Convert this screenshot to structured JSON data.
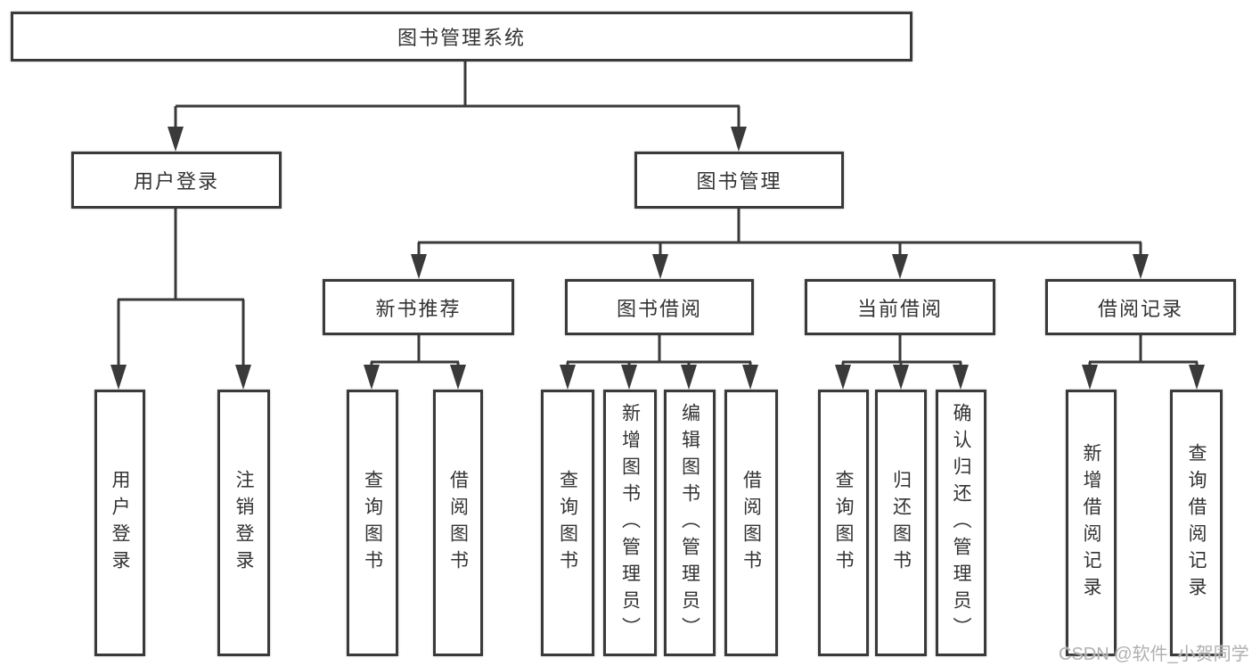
{
  "tree": {
    "label": "图书管理系统",
    "children": [
      {
        "label": "用户登录",
        "children": [
          {
            "label": "用户登录"
          },
          {
            "label": "注销登录"
          }
        ]
      },
      {
        "label": "图书管理",
        "children": [
          {
            "label": "新书推荐",
            "children": [
              {
                "label": "查询图书"
              },
              {
                "label": "借阅图书"
              }
            ]
          },
          {
            "label": "图书借阅",
            "children": [
              {
                "label": "查询图书"
              },
              {
                "label": "新增图书（管理员）"
              },
              {
                "label": "编辑图书（管理员）"
              },
              {
                "label": "借阅图书"
              }
            ]
          },
          {
            "label": "当前借阅",
            "children": [
              {
                "label": "查询图书"
              },
              {
                "label": "归还图书"
              },
              {
                "label": "确认归还（管理员）"
              }
            ]
          },
          {
            "label": "借阅记录",
            "children": [
              {
                "label": "新增借阅记录"
              },
              {
                "label": "查询借阅记录"
              }
            ]
          }
        ]
      }
    ]
  },
  "watermark": {
    "text": "CSDN @软件_小贺同学"
  },
  "colors": {
    "line": "#3a3a3a",
    "box_border": "#3a3a3a",
    "text": "#333333",
    "background": "#ffffff",
    "watermark_text": "#b0b0b0"
  }
}
